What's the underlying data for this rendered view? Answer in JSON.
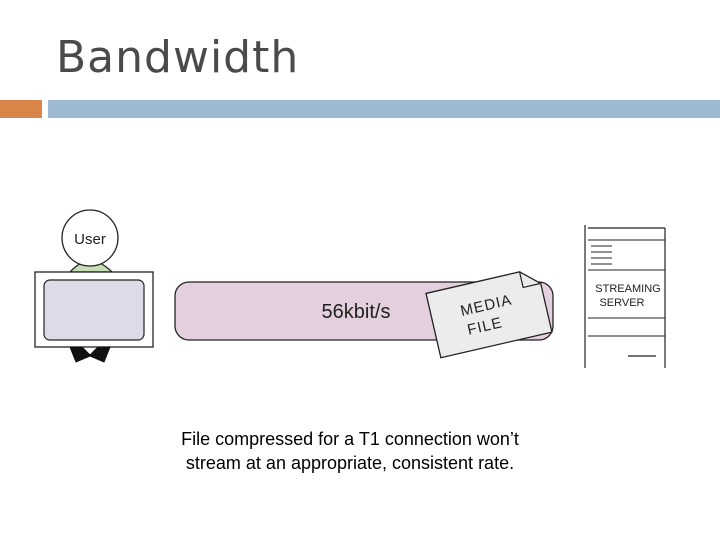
{
  "slide": {
    "title": "Bandwidth"
  },
  "colors": {
    "accent_orange": "#d9854a",
    "accent_blue": "#9dbad2",
    "pipe_fill": "#e3cfdd",
    "screen_fill": "#dcdbe8",
    "head_fill": "#c7deb7"
  },
  "diagram": {
    "user_label": "User",
    "bandwidth_label": "56kbit/s",
    "file_label_line1": "MEDIA",
    "file_label_line2": "FILE",
    "server_label_line1": "STREAMING",
    "server_label_line2": "SERVER"
  },
  "caption": {
    "line1": "File compressed for a T1 connection won’t",
    "line2": "stream at an appropriate, consistent rate."
  }
}
